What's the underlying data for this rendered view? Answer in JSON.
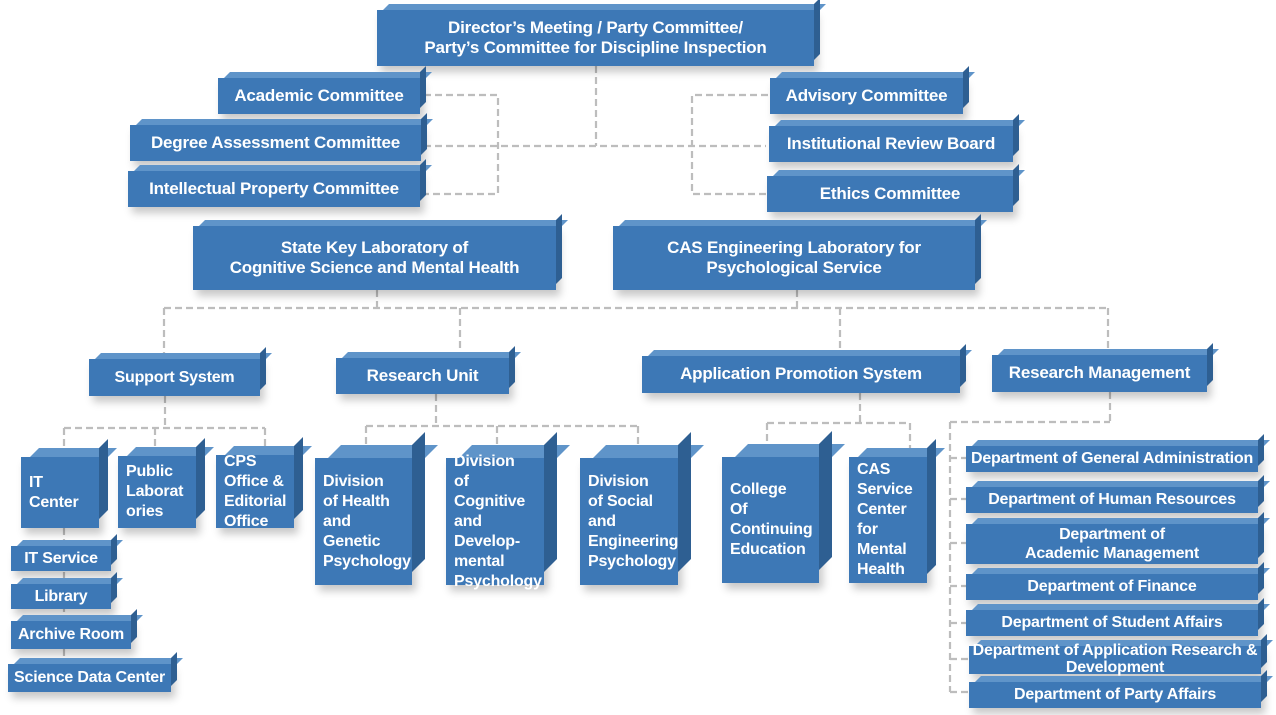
{
  "top": {
    "title_line1": "Director’s Meeting / Party Committee/",
    "title_line2": "Party’s Committee for Discipline Inspection"
  },
  "left_committees": [
    "Academic Committee",
    "Degree Assessment Committee",
    "Intellectual Property Committee"
  ],
  "right_committees": [
    "Advisory Committee",
    "Institutional Review Board",
    "Ethics Committee"
  ],
  "labs": [
    {
      "line1": "State Key Laboratory of",
      "line2": "Cognitive Science and Mental Health"
    },
    {
      "line1": "CAS Engineering Laboratory for",
      "line2": "Psychological Service"
    }
  ],
  "systems": [
    "Support System",
    "Research Unit",
    "Application Promotion System",
    "Research Management"
  ],
  "support_units": [
    "IT\nCenter",
    "Public\nLaborat\nories",
    "CPS\nOffice &\nEditorial\nOffice"
  ],
  "it_center_units": [
    "IT Service",
    "Library",
    "Archive Room",
    "Science Data Center"
  ],
  "research_divisions": [
    "Division\nof Health\nand\nGenetic\nPsychology",
    "Division\nof Cognitive\nand Develop-\nmental\nPsychology",
    "Division\nof Social\nand\nEngineering\nPsychology"
  ],
  "application_units": [
    "College\nOf\nContinuing\nEducation",
    "CAS\nService\nCenter\nfor\nMental\nHealth"
  ],
  "management_departments": [
    "Department of General Administration",
    "Department of Human Resources",
    "Department of\nAcademic Management",
    "Department of Finance",
    "Department of Student Affairs",
    "Department of Application Research &\nDevelopment",
    "Department of Party Affairs"
  ],
  "colors": {
    "box_fill": "#3d78b6",
    "box_top": "#5f94c9",
    "box_side": "#2e5f92",
    "connector": "#bdbdbd",
    "text": "#ffffff"
  }
}
